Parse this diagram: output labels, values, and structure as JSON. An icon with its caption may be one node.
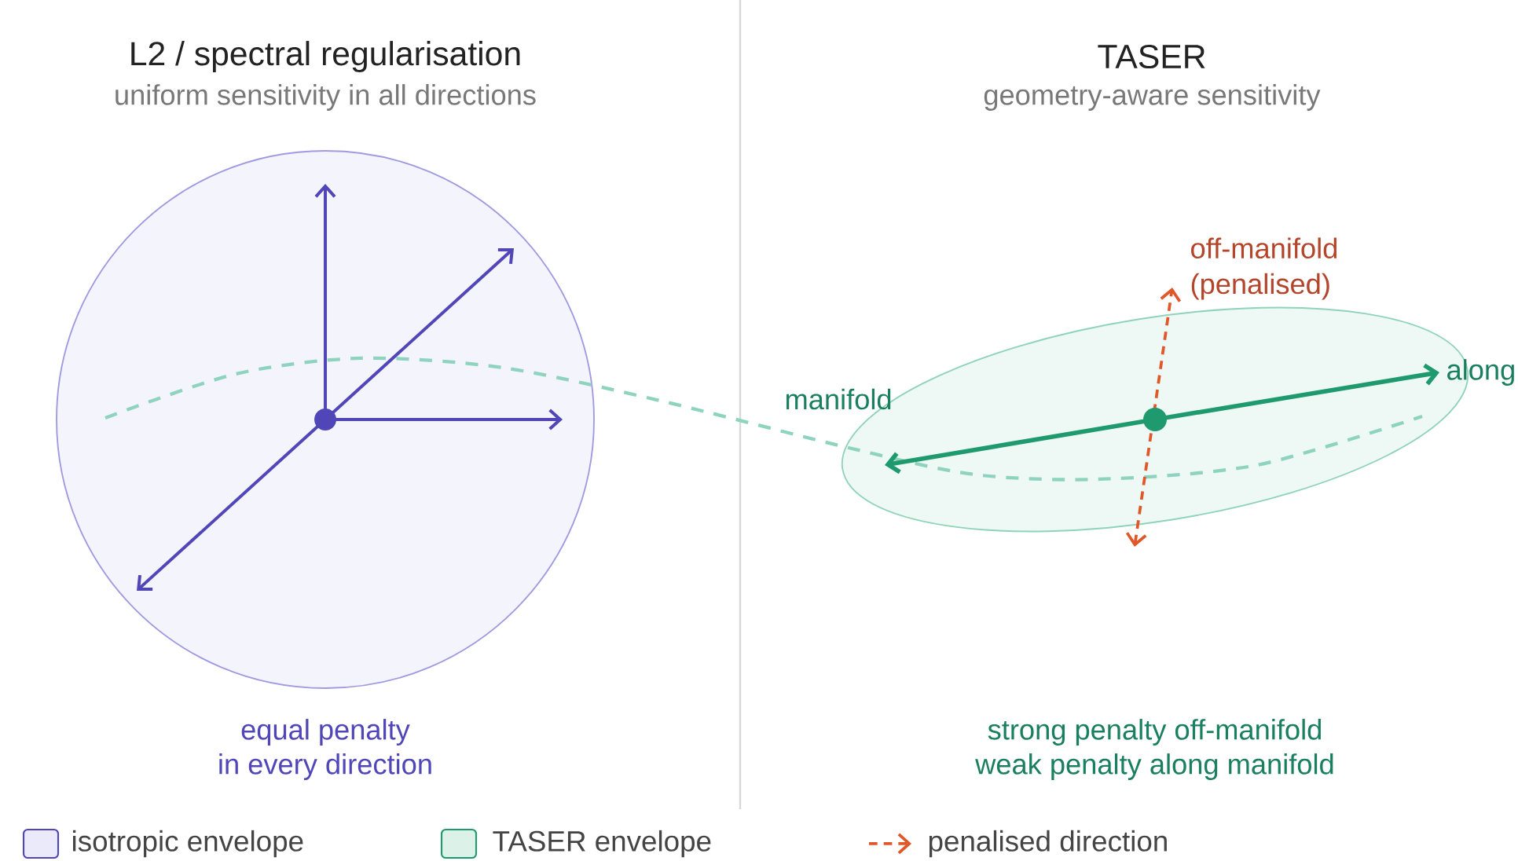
{
  "diagram": {
    "labels": [
      "L2 / spectral regularisation",
      "uniform sensitivity in all directions",
      "TASER",
      "geometry-aware sensitivity",
      "off-manifold (penalised)",
      "manifold",
      "along",
      "equal penalty",
      "in every direction",
      "strong penalty off-manifold",
      "weak penalty along manifold"
    ],
    "legend": [
      {
        "text": "isotropic envelope",
        "color": "#ebeafb"
      },
      {
        "text": "TASER envelope",
        "color": "#dcf2e9"
      },
      {
        "text": "penalised direction"
      }
    ]
  }
}
